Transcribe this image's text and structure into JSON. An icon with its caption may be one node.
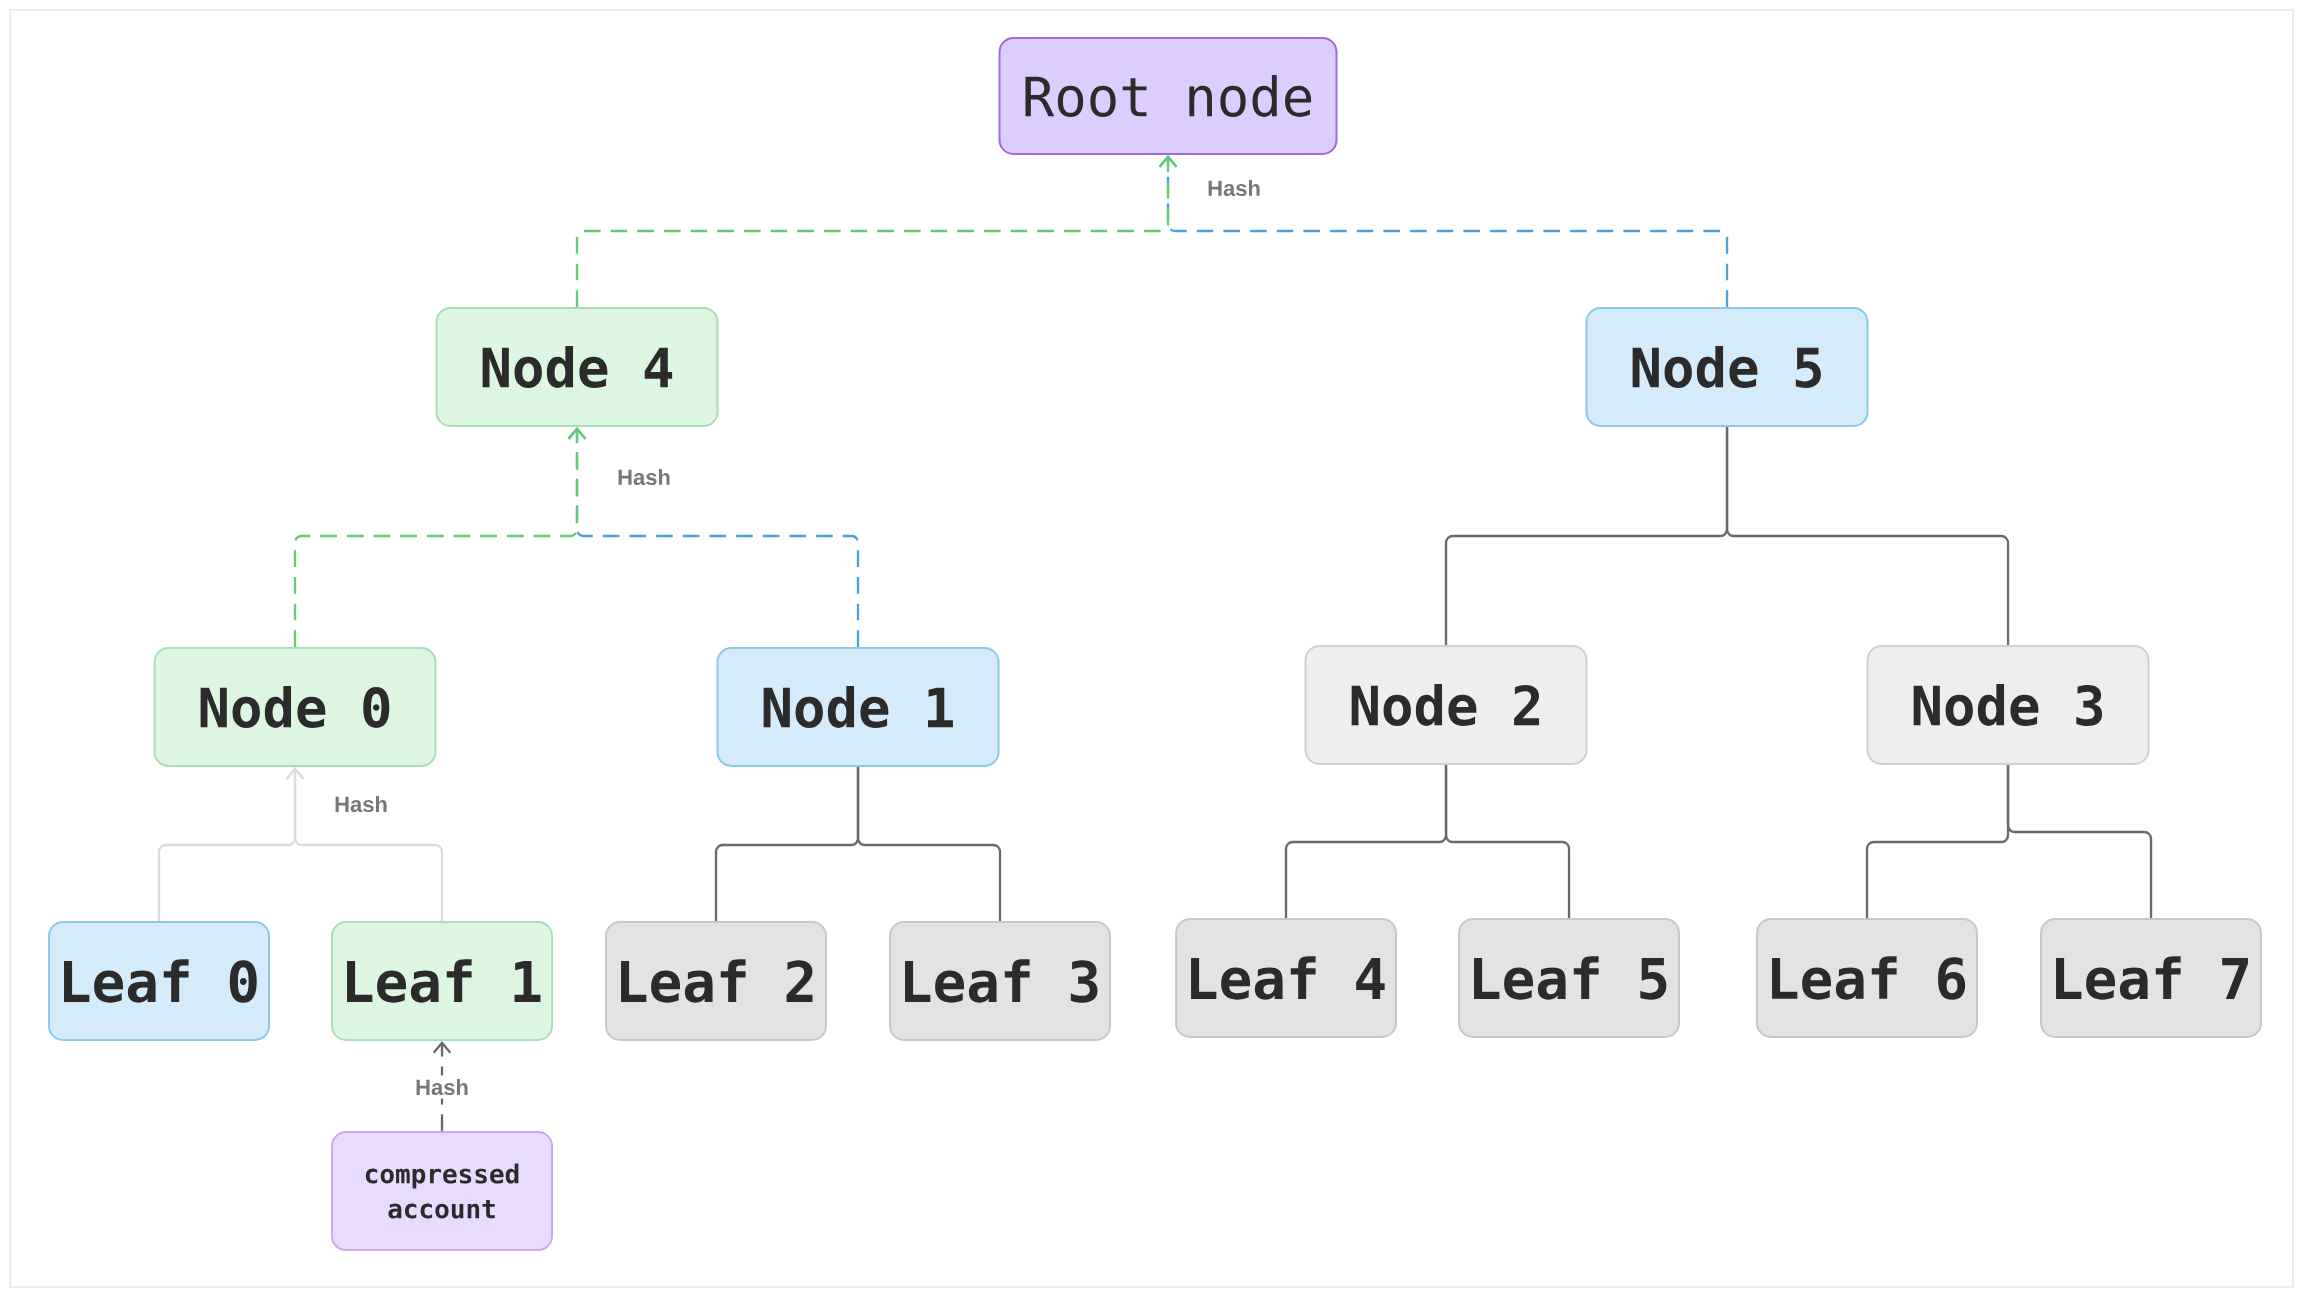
{
  "diagram": {
    "nodes": [
      {
        "text": [
          "Root node"
        ]
      },
      {
        "text": [
          "Node 4"
        ]
      },
      {
        "text": [
          "Node 5"
        ]
      },
      {
        "text": [
          "Node 0"
        ]
      },
      {
        "text": [
          "Node 1"
        ]
      },
      {
        "text": [
          "Node 2"
        ]
      },
      {
        "text": [
          "Node 3"
        ]
      },
      {
        "text": [
          "Leaf 0"
        ]
      },
      {
        "text": [
          "Leaf 1"
        ]
      },
      {
        "text": [
          "Leaf 2"
        ]
      },
      {
        "text": [
          "Leaf 3"
        ]
      },
      {
        "text": [
          "Leaf 4"
        ]
      },
      {
        "text": [
          "Leaf 5"
        ]
      },
      {
        "text": [
          "Leaf 6"
        ]
      },
      {
        "text": [
          "Leaf 7"
        ]
      },
      {
        "text": [
          "compressed account"
        ]
      }
    ],
    "edges": [
      {
        "from": 2,
        "to": 0,
        "arrow": "to",
        "style": "dashed",
        "color": "#4aa3df"
      },
      {
        "from": 1,
        "to": 0,
        "arrow": "to",
        "style": "dashed",
        "color": "#63cc74",
        "label": "Hash"
      },
      {
        "from": 4,
        "to": 1,
        "arrow": "to",
        "style": "dashed",
        "color": "#4aa3df"
      },
      {
        "from": 3,
        "to": 1,
        "arrow": "to",
        "style": "dashed",
        "color": "#63cc74",
        "label": "Hash"
      },
      {
        "from": 2,
        "to": 5,
        "arrow": "none"
      },
      {
        "from": 2,
        "to": 6,
        "arrow": "none"
      },
      {
        "from": 8,
        "to": 3,
        "arrow": "to",
        "color": "#dcdcdc"
      },
      {
        "from": 7,
        "to": 3,
        "arrow": "to",
        "color": "#dcdcdc",
        "label": "Hash"
      },
      {
        "from": 4,
        "to": 9,
        "arrow": "none"
      },
      {
        "from": 4,
        "to": 10,
        "arrow": "none"
      },
      {
        "from": 5,
        "to": 11,
        "arrow": "none"
      },
      {
        "from": 5,
        "to": 12,
        "arrow": "none"
      },
      {
        "from": 6,
        "to": 13,
        "arrow": "none"
      },
      {
        "from": 6,
        "to": 14,
        "arrow": "none"
      },
      {
        "from": 15,
        "to": 8,
        "arrow": "to",
        "style": "dashed",
        "label": "Hash"
      }
    ]
  }
}
